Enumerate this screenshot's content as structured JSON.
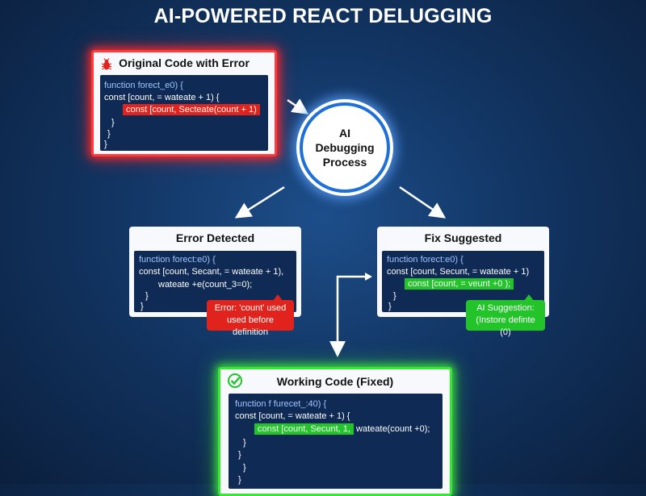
{
  "title": "AI-POWERED REACT DELUGGING",
  "process": {
    "line1": "AI",
    "line2": "Debugging",
    "line3": "Process"
  },
  "original": {
    "header": "Original Code with Error",
    "icon": "bug-icon",
    "lines": [
      "function forect_e0) {",
      "const [count, = wateate + 1) {",
      "const [count, Secteate(count + 1)",
      "}",
      "}",
      "}"
    ]
  },
  "error": {
    "header": "Error Detected",
    "lines": [
      "function forect:e0) {",
      "const [count, Secant, = wateate + 1),",
      "wateate +e(count_3=0);",
      "}",
      "}"
    ],
    "callout": [
      "Error: 'count' used",
      "used before definition"
    ]
  },
  "fix": {
    "header": "Fix Suggested",
    "lines": [
      "function forect:e0) {",
      "const [count, Secunt, = wateate + 1)",
      "const [count, = veunt +0 );",
      "}",
      "}"
    ],
    "callout": [
      "AI Suggestion:",
      "(Instore definte (0)"
    ]
  },
  "working": {
    "header": "Working Code (Fixed)",
    "icon": "check-icon",
    "lines": [
      "function f furecet_:40) {",
      "const [count, = wateate + 1) {",
      "const [count, Secunt, 1,",
      "wateate(count +0);",
      "}",
      "}",
      "}",
      "}"
    ]
  },
  "colors": {
    "error_red": "#e0241d",
    "fix_green": "#22c42a",
    "process_blue": "#1e6fd8",
    "code_bg": "#0f2a55"
  }
}
